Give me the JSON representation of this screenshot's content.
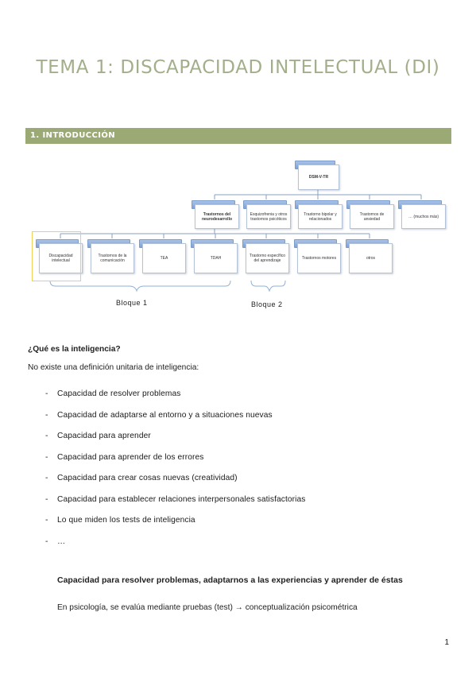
{
  "title": "TEMA 1: DISCAPACIDAD INTELECTUAL (DI)",
  "section": "1. INTRODUCCIÓN",
  "diagram": {
    "root": "DSM-V-TR",
    "level2": [
      "Trastornos del neurodesarrollo",
      "Esquizofrenia y otros trastornos psicóticos",
      "Trastorno bipolar y relacionados",
      "Trastornos de ansiedad",
      "… (muchos más)"
    ],
    "level3_neuro": [
      "Discapacidad intelectual",
      "Trastornos de la comunicación",
      "TEA",
      "TDAH"
    ],
    "level3_other": [
      "Trastorno específico del aprendizaje",
      "Trastornos motores",
      "otros"
    ],
    "bloque1": "Bloque 1",
    "bloque2": "Bloque 2"
  },
  "question": "¿Qué es la inteligencia?",
  "intro": "No existe una definición unitaria de inteligencia:",
  "bullets": [
    "Capacidad de resolver problemas",
    "Capacidad de adaptarse al entorno y a situaciones nuevas",
    "Capacidad para aprender",
    "Capacidad para aprender de los errores",
    "Capacidad para crear cosas nuevas (creatividad)",
    "Capacidad para establecer relaciones interpersonales satisfactorias",
    "Lo que miden los tests de inteligencia",
    "…"
  ],
  "bullet_marker": "-",
  "definition": "Capacidad para resolver problemas, adaptarnos a las experiencias y aprender de éstas",
  "psychometric": "En psicología, se evalúa mediante pruebas (test) → conceptualización psicométrica",
  "page_number": "1"
}
